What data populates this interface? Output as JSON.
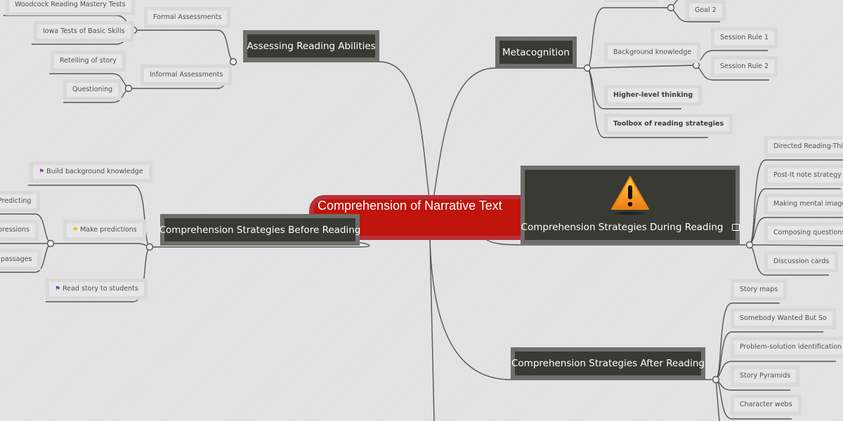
{
  "central": {
    "title": "Comprehension of Narrative Text"
  },
  "assessing": {
    "title": "Assessing Reading Abilities",
    "formal": {
      "label": "Formal Assessments",
      "items": [
        "Woodcock Reading Mastery Tests",
        "Iowa Tests of Basic Skills"
      ]
    },
    "informal": {
      "label": "Informal Assessments",
      "items": [
        "Retelling of story",
        "Questioning"
      ]
    }
  },
  "metacognition": {
    "title": "Metacognition",
    "goal2": "Goal 2",
    "background": {
      "label": "Background knowledge",
      "items": [
        "Session Rule 1",
        "Session Rule 2"
      ]
    },
    "higher": "Higher-level thinking",
    "toolbox": "Toolbox of reading strategies"
  },
  "before": {
    "title": "Comprehension Strategies Before Reading",
    "build": {
      "label": "Build background knowledge",
      "flag_color": "#8a3aa8"
    },
    "predict": {
      "label": "Make predictions",
      "flag_color": "#e8b400",
      "items": [
        "Predicting",
        "pressions",
        "passages"
      ]
    },
    "read": {
      "label": "Read story to students",
      "flag_color": "#2e5aa8"
    }
  },
  "during": {
    "title": "Comprehension Strategies During Reading",
    "icon": "warning-icon",
    "items": [
      "Directed Reading-Thinki",
      "Post-It note strategy",
      "Making mental images",
      "Composing questions",
      "Discussion cards"
    ]
  },
  "after": {
    "title": "Comprehension Strategies After Reading",
    "items": [
      "Story maps",
      "Somebody Wanted But So",
      "Problem-solution identification",
      "Story Pyramids",
      "Character webs"
    ]
  }
}
